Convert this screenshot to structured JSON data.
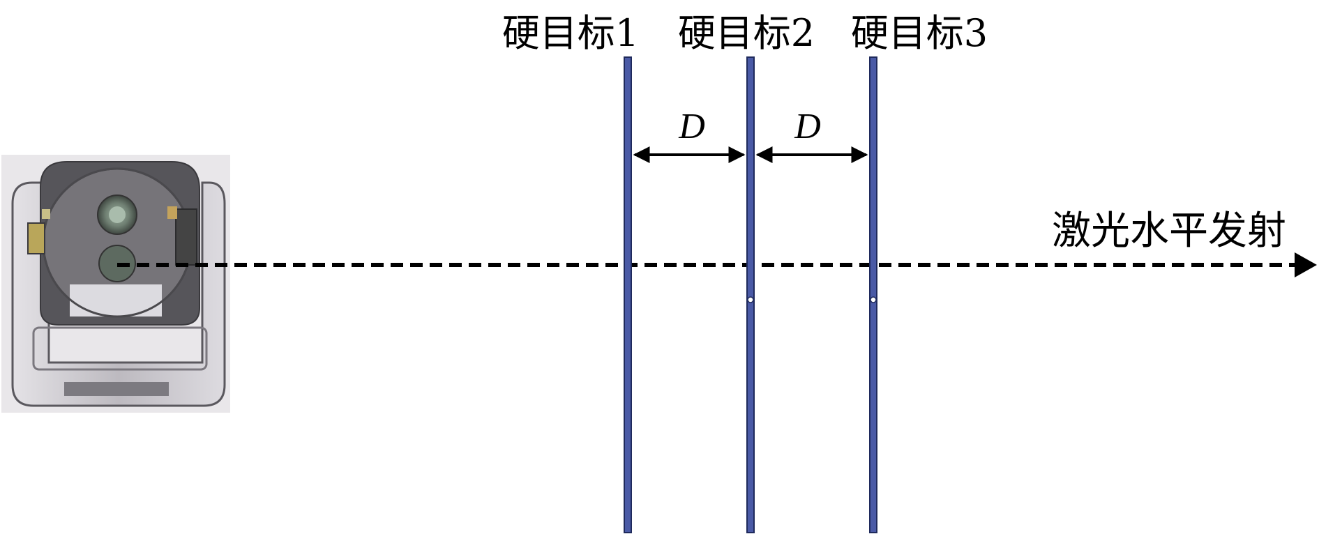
{
  "labels": {
    "target1": "硬目标1",
    "target2": "硬目标2",
    "target3": "硬目标3",
    "distance1": "D",
    "distance2": "D",
    "beam": "激光水平发射"
  },
  "colors": {
    "target_fill": "#4a5aa6",
    "target_stroke": "#1f2a5c",
    "beam": "#000000",
    "arrow": "#000000",
    "device_body": "#5c5b5f",
    "device_frame": "#c9c6cc",
    "device_lens": "#6f7f72"
  }
}
